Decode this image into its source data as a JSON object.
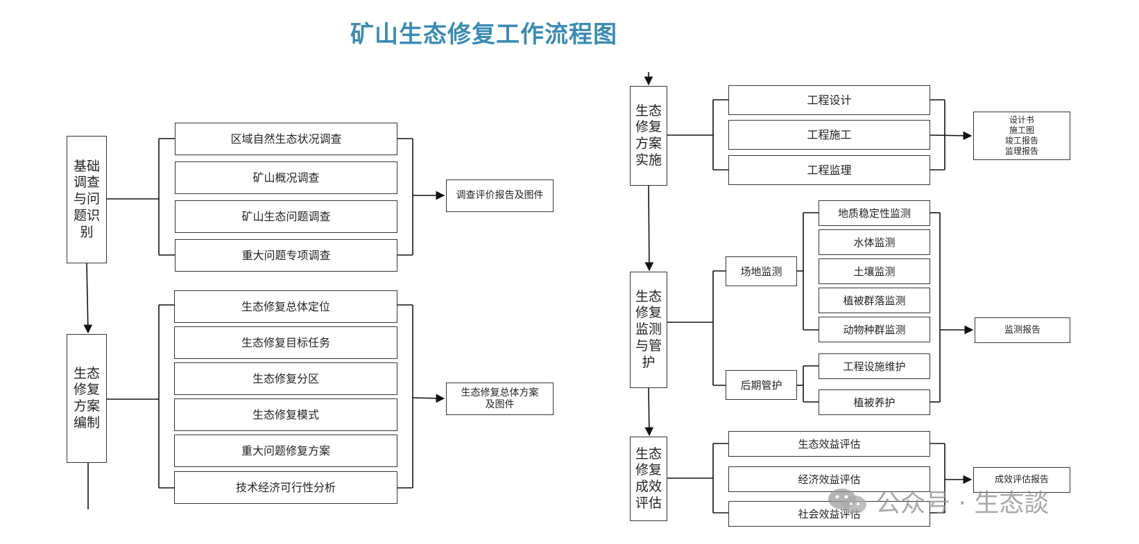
{
  "title": "矿山生态修复工作流程图",
  "left": {
    "stage1": {
      "label": "基础调查与问题识别",
      "items": [
        "区域自然生态状况调查",
        "矿山概况调查",
        "矿山生态问题调查",
        "重大问题专项调查"
      ],
      "output": "调查评价报告及图件"
    },
    "stage2": {
      "label": "生态修复方案编制",
      "items": [
        "生态修复总体定位",
        "生态修复目标任务",
        "生态修复分区",
        "生态修复模式",
        "重大问题修复方案",
        "技术经济可行性分析"
      ],
      "output": "生态修复总体方案\n及图件"
    }
  },
  "right": {
    "stage3": {
      "label": "生态修复方案实施",
      "items": [
        "工程设计",
        "工程施工",
        "工程监理"
      ],
      "output": "设计书\n施工图\n竣工报告\n监理报告"
    },
    "stage4": {
      "label": "生态修复监测与管护",
      "site": "场地监测",
      "site_items": [
        "地质稳定性监测",
        "水体监测",
        "土壤监测",
        "植被群落监测",
        "动物种群监测"
      ],
      "later": "后期管护",
      "later_items": [
        "工程设施维护",
        "植被养护"
      ],
      "output": "监测报告"
    },
    "stage5": {
      "label": "生态修复成效评估",
      "items": [
        "生态效益评估",
        "经济效益评估",
        "社会效益评估"
      ],
      "output": "成效评估报告"
    }
  },
  "watermark": "公众号 · 生态談"
}
